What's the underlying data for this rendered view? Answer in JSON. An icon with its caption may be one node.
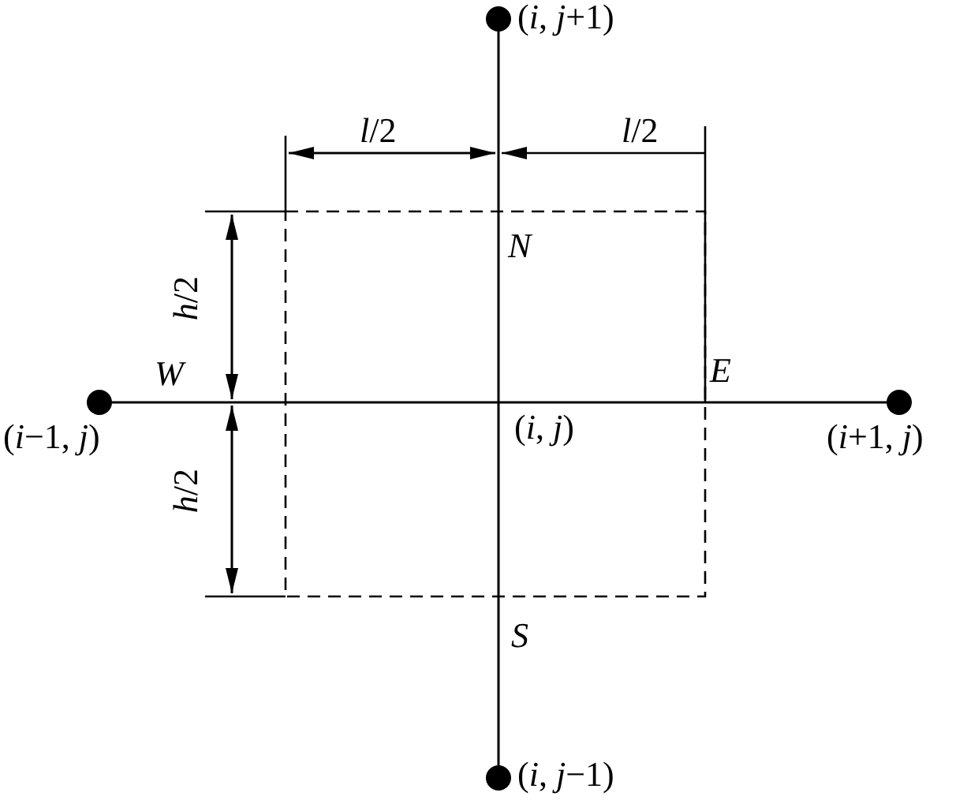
{
  "diagram": {
    "nodes": [
      {
        "text": [],
        "shape": "circle",
        "beside": [
          "(*i*, *j*+1)"
        ]
      },
      {
        "text": [],
        "shape": "circle",
        "beside": [
          "(*i*−1, *j*)"
        ]
      },
      {
        "text": [],
        "shape": "circle",
        "beside": [
          "(*i*+1, *j*)"
        ]
      },
      {
        "text": [],
        "shape": "circle",
        "beside": [
          "(*i*, *j*−1)"
        ]
      }
    ],
    "edges": [
      {
        "from": 0,
        "to": 3,
        "arrow": "none"
      },
      {
        "from": 1,
        "to": 2,
        "arrow": "none"
      }
    ],
    "labels": [
      "*l*/2",
      "*l*/2",
      "N",
      "*h*/2",
      "W",
      "E",
      "(*i*, *j*)",
      "*h*/2",
      "S"
    ]
  }
}
